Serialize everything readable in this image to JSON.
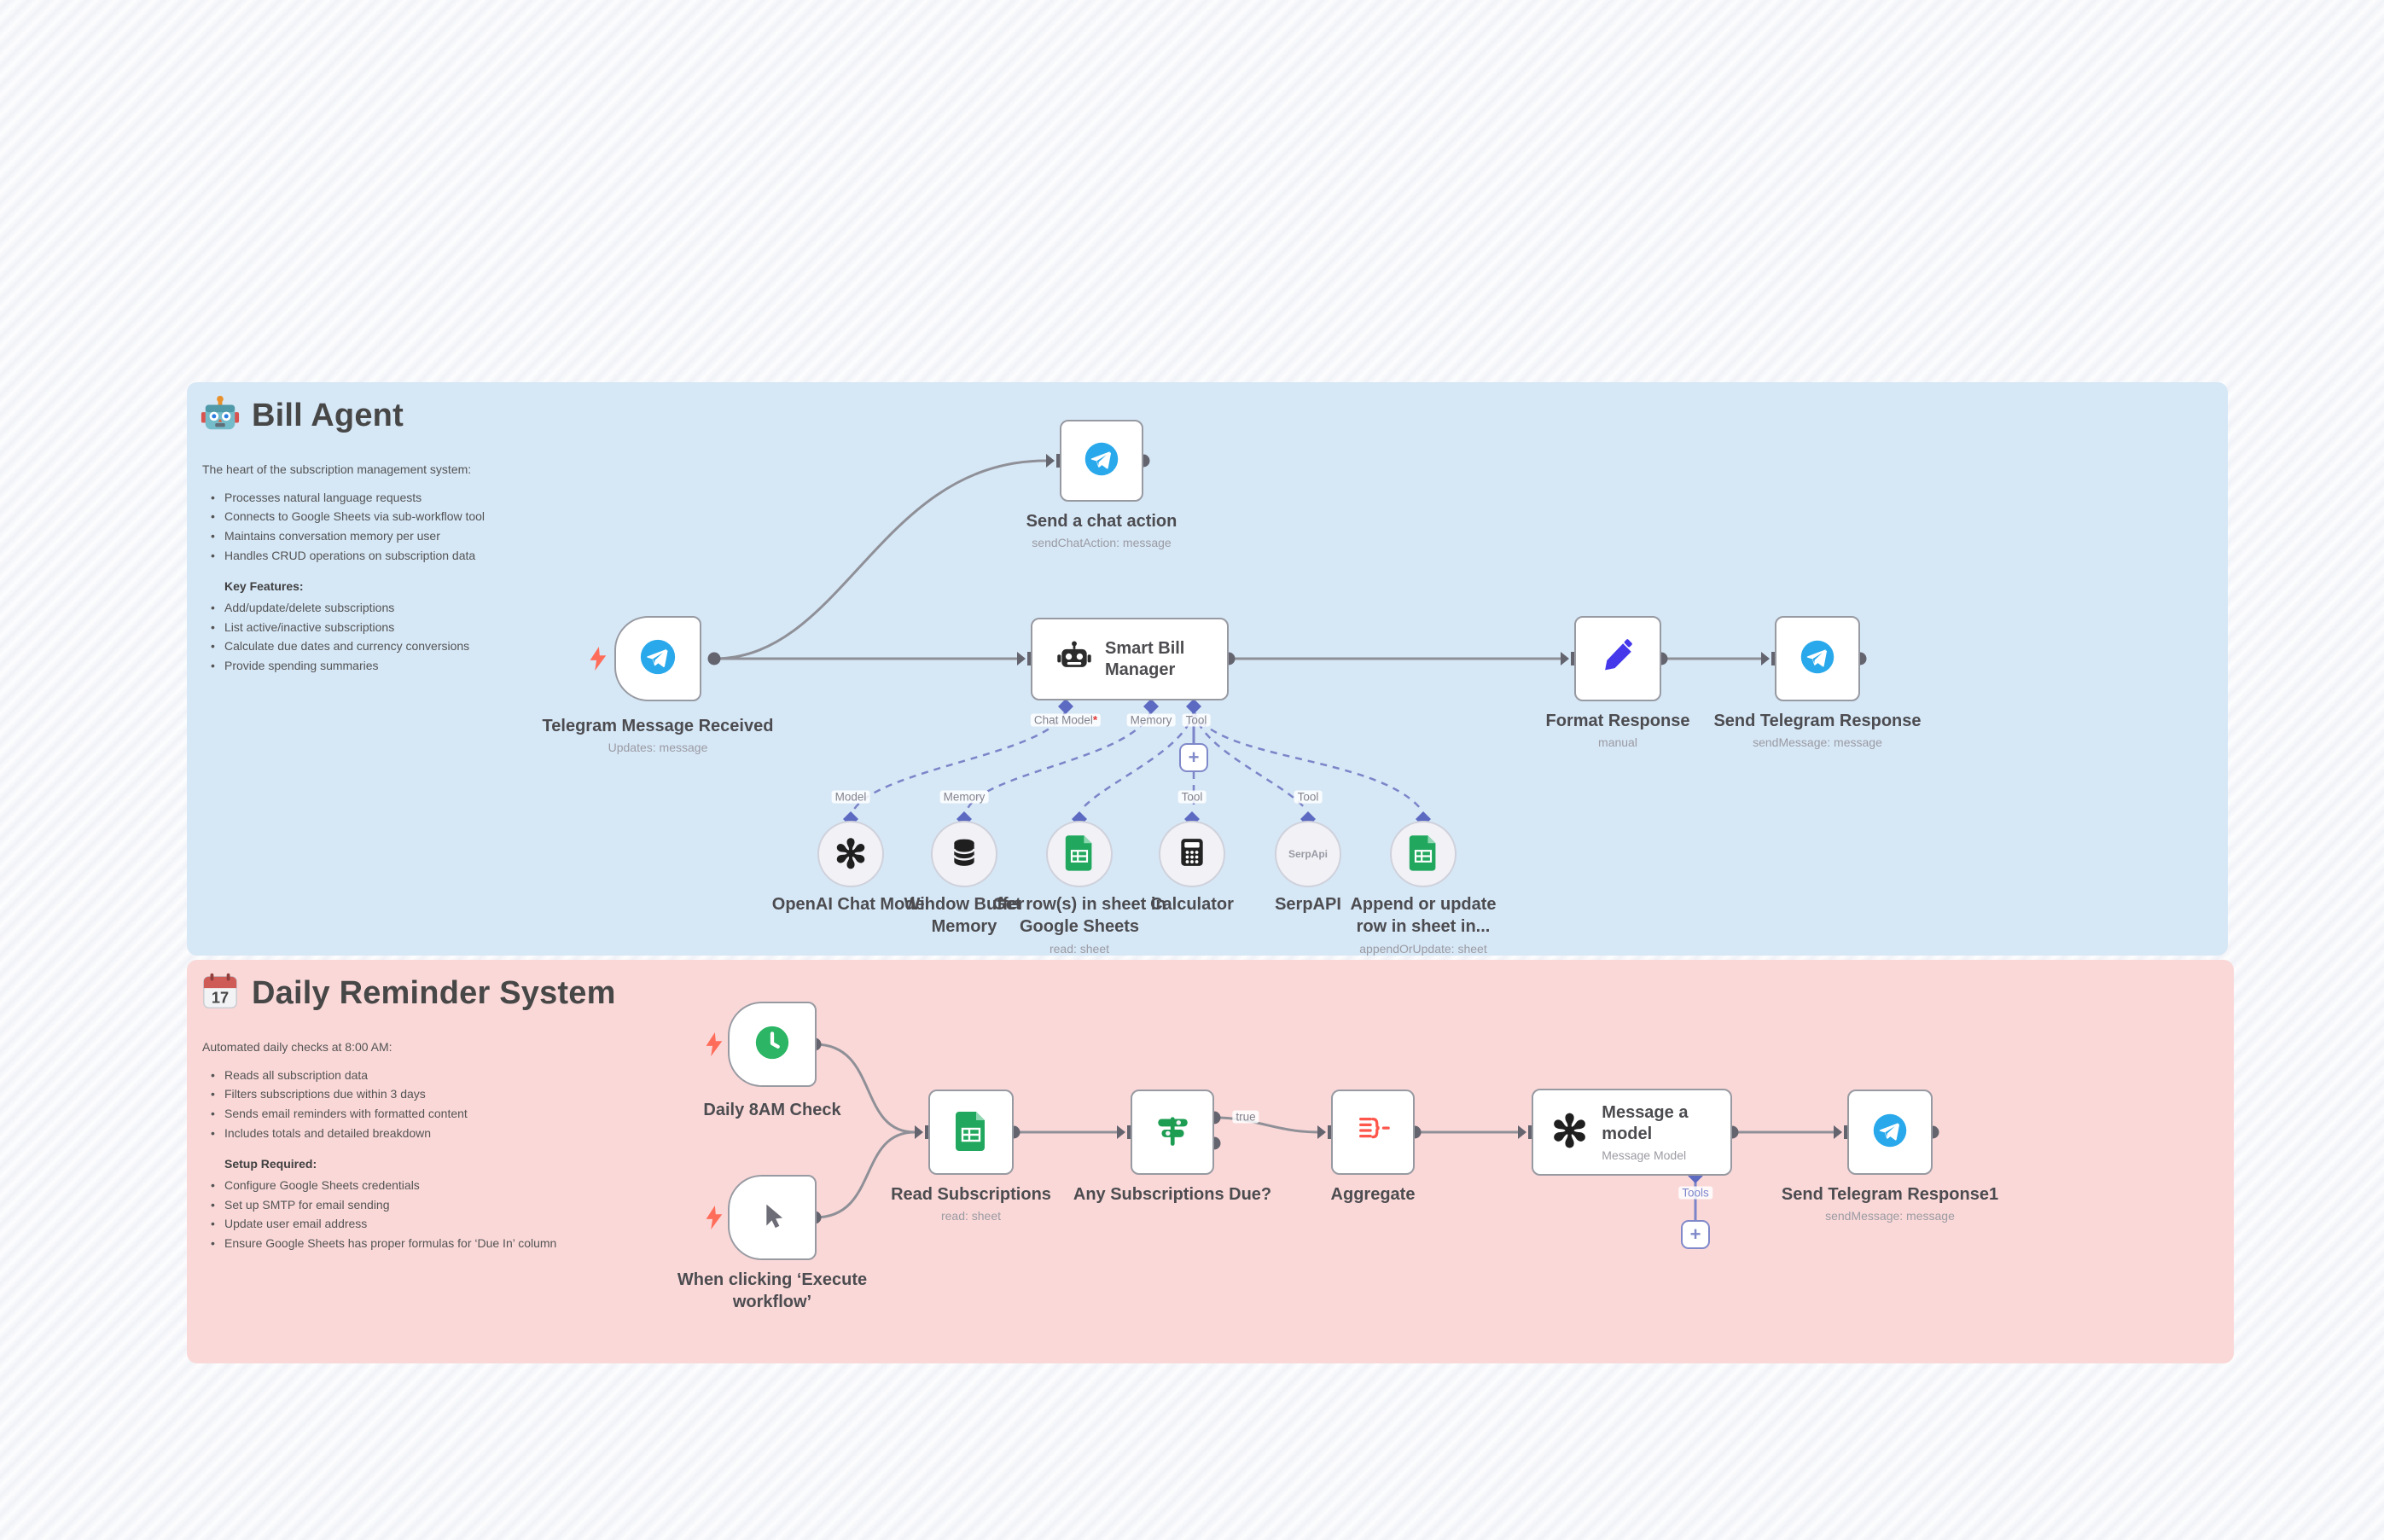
{
  "bill_agent": {
    "title": "Bill Agent",
    "intro": "The heart of the subscription management system:",
    "bullets": [
      "Processes natural language requests",
      "Connects to Google Sheets via sub-workflow tool",
      "Maintains conversation memory per user",
      "Handles CRUD operations on subscription data"
    ],
    "features_heading": "Key Features:",
    "features": [
      "Add/update/delete subscriptions",
      "List active/inactive subscriptions",
      "Calculate due dates and currency conversions",
      "Provide spending summaries"
    ],
    "nodes": {
      "telegram_trigger": {
        "title": "Telegram Message Received",
        "subtitle": "Updates: message"
      },
      "send_chat_action": {
        "title": "Send a chat action",
        "subtitle": "sendChatAction: message"
      },
      "agent": {
        "title": "Smart Bill Manager",
        "ports": {
          "chat_model": "Chat Model",
          "required_mark": "*",
          "memory": "Memory",
          "tool": "Tool"
        }
      },
      "format_response": {
        "title": "Format Response",
        "subtitle": "manual"
      },
      "send_response": {
        "title": "Send Telegram Response",
        "subtitle": "sendMessage: message"
      },
      "openai_model": {
        "port_label": "Model",
        "title": "OpenAI Chat Model"
      },
      "window_buffer": {
        "port_label": "Memory",
        "title": "Window Buffer Memory"
      },
      "get_rows": {
        "title": "Get row(s) in sheet in Google Sheets",
        "subtitle": "read: sheet"
      },
      "calculator": {
        "port_label": "Tool",
        "title": "Calculator"
      },
      "serpapi": {
        "port_label": "Tool",
        "title": "SerpAPI",
        "logo_text": "SerpApi"
      },
      "append_row": {
        "title": "Append or update row in sheet in...",
        "subtitle": "appendOrUpdate: sheet"
      }
    }
  },
  "daily_reminder": {
    "title": "Daily Reminder System",
    "calendar_day": "17",
    "intro": "Automated daily checks at 8:00 AM:",
    "bullets": [
      "Reads all subscription data",
      "Filters subscriptions due within 3 days",
      "Sends email reminders with formatted content",
      "Includes totals and detailed breakdown"
    ],
    "setup_heading": "Setup Required:",
    "setup": [
      "Configure Google Sheets credentials",
      "Set up SMTP for email sending",
      "Update user email address",
      "Ensure Google Sheets has proper formulas for ‘Due In’ column"
    ],
    "nodes": {
      "daily_check": {
        "title": "Daily 8AM Check"
      },
      "manual_trigger": {
        "title": "When clicking ‘Execute workflow’"
      },
      "read_subs": {
        "title": "Read Subscriptions",
        "subtitle": "read: sheet"
      },
      "any_due": {
        "title": "Any Subscriptions Due?",
        "true_label": "true"
      },
      "aggregate": {
        "title": "Aggregate"
      },
      "message_model": {
        "title": "Message a model",
        "subtitle": "Message Model",
        "tools_label": "Tools"
      },
      "send_response1": {
        "title": "Send Telegram Response1",
        "subtitle": "sendMessage: message"
      }
    }
  },
  "colors": {
    "section_blue": "#d6e7f6",
    "section_pink": "#fad8d8",
    "telegram_blue": "#29a9eb",
    "sheets_green": "#21a85e",
    "indigo": "#5d6ac1",
    "zap_red": "#ff6d5a",
    "wire_gray": "#8f9097"
  }
}
